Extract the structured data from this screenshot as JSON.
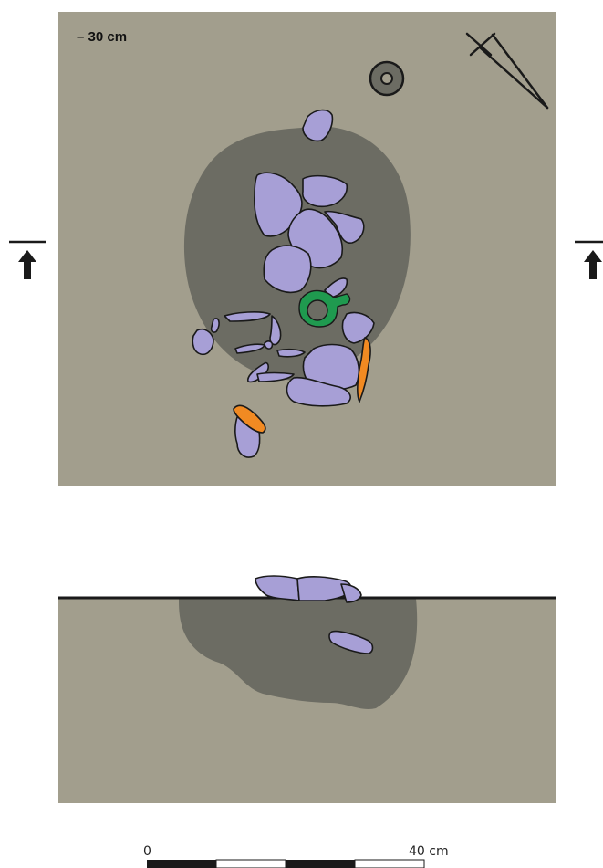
{
  "plan_view": {
    "depth_label": "– 30 cm"
  },
  "scale_bar": {
    "start_label": "0",
    "end_label": "40 cm",
    "segments": 4
  },
  "colors": {
    "surrounding_soil": "#a29e8d",
    "pit_fill": "#6c6c63",
    "stone": "#a79fd6",
    "orange_object": "#f18a22",
    "green_ring": "#1f9a4f",
    "outline": "#1a1a1a",
    "ground_line": "#1a1a1a"
  },
  "icons": {
    "north_arrow": "north-arrow-icon",
    "section_arrow": "section-arrow-icon",
    "find_marker": "circular-find-marker-icon"
  }
}
